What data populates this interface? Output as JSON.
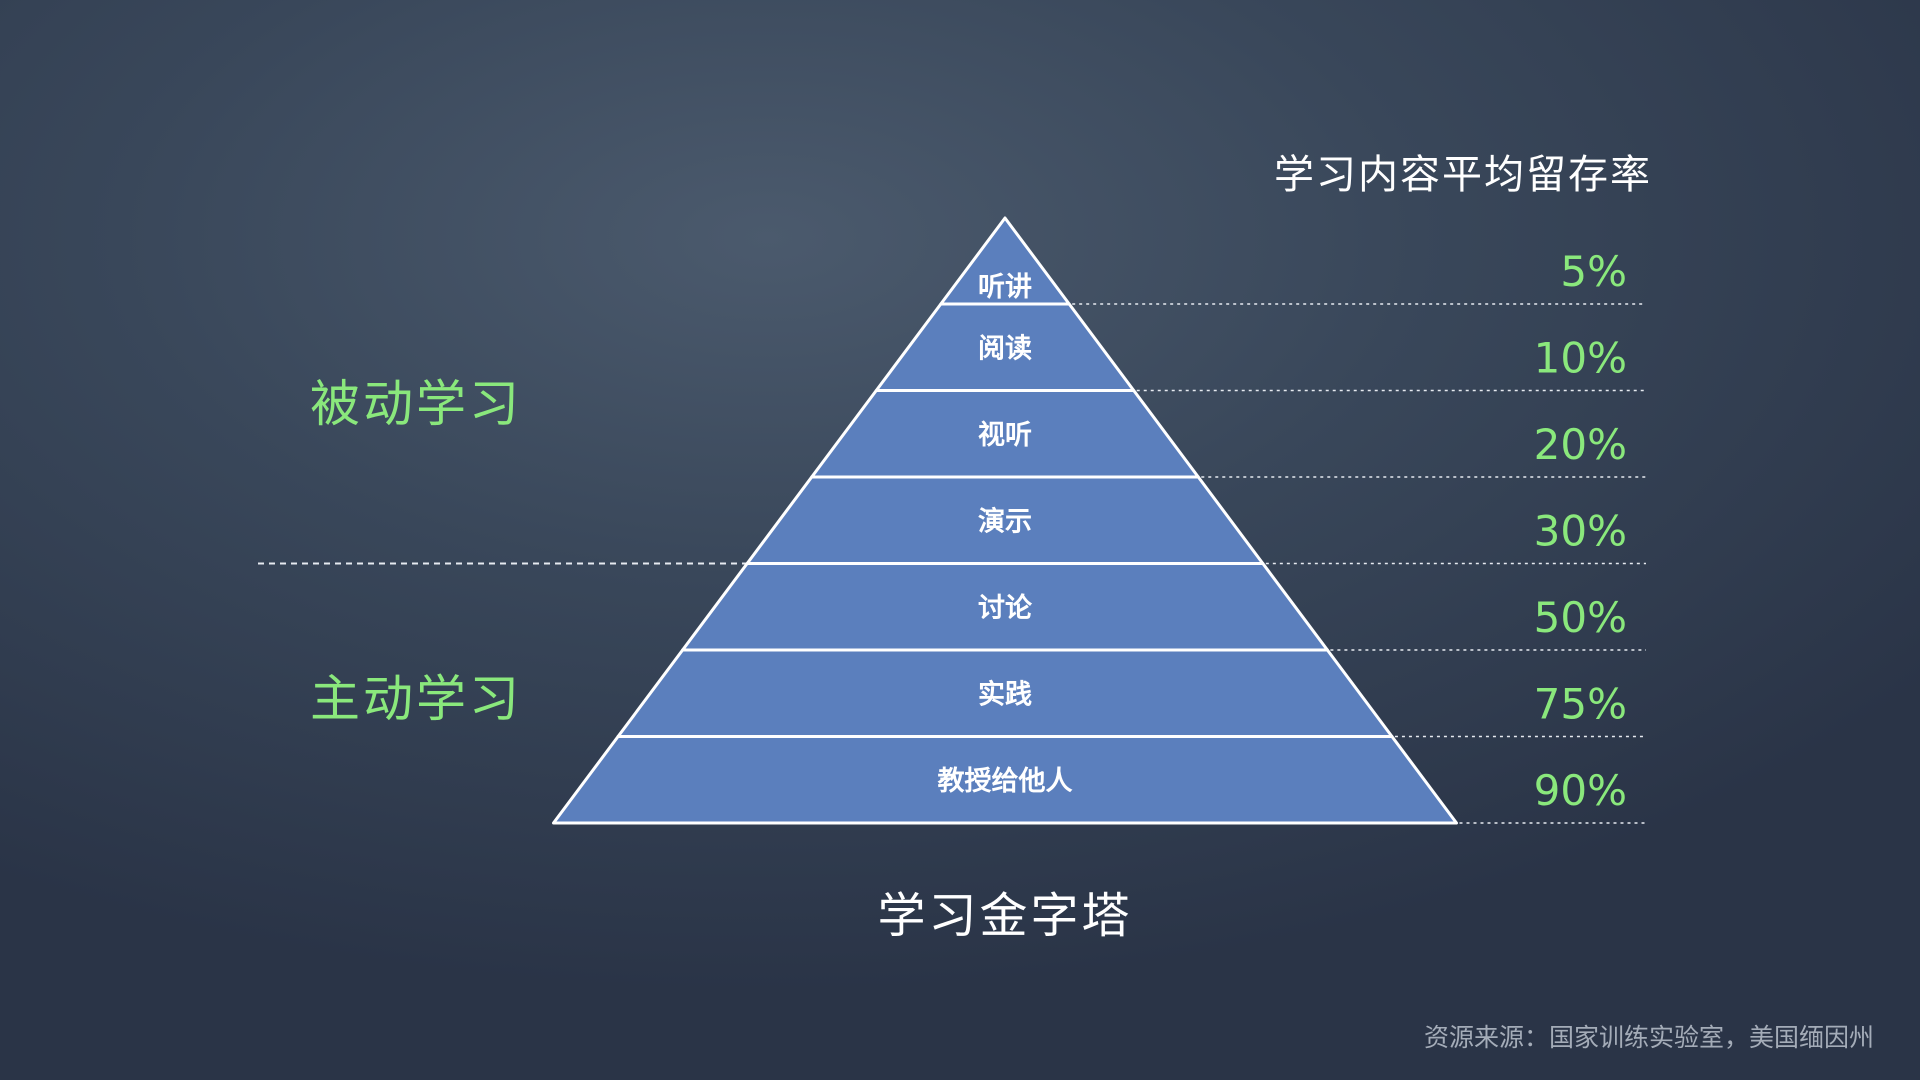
{
  "retention_title": "学习内容平均留存率",
  "diagram_title": "学习金字塔",
  "source_note": "资源来源：国家训练实验室，美国缅因州",
  "groups": [
    {
      "label": "被动学习",
      "color": "#8ae87c"
    },
    {
      "label": "主动学习",
      "color": "#8ae87c"
    }
  ],
  "levels": [
    {
      "label": "听讲",
      "retention": "5%"
    },
    {
      "label": "阅读",
      "retention": "10%"
    },
    {
      "label": "视听",
      "retention": "20%"
    },
    {
      "label": "演示",
      "retention": "30%"
    },
    {
      "label": "讨论",
      "retention": "50%"
    },
    {
      "label": "实践",
      "retention": "75%"
    },
    {
      "label": "教授给他人",
      "retention": "90%"
    }
  ],
  "colors": {
    "pyramid_fill": "#5b7fbd",
    "pyramid_stroke": "#ffffff",
    "percent_text": "#8ae87c",
    "background": "#3a4759"
  }
}
